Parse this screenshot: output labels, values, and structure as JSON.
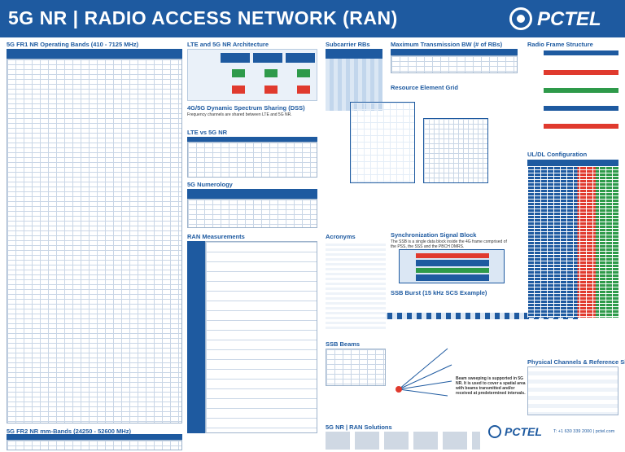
{
  "header": {
    "title": "5G NR | RADIO ACCESS NETWORK (RAN)",
    "logo": "PCTEL"
  },
  "sections": {
    "fr1": "5G FR1 NR Operating Bands (410 - 7125 MHz)",
    "arch": "LTE and 5G NR Architecture",
    "subcarrier": "Subcarrier RBs",
    "maxbw": "Maximum Transmission BW (# of RBs)",
    "frame": "Radio Frame Structure",
    "dss": "4G/5G Dynamic Spectrum Sharing (DSS)",
    "lte_vs_nr": "LTE vs 5G NR",
    "reg": "Resource Element Grid",
    "numerology": "5G Numerology",
    "ul_dl": "UL/DL Configuration",
    "ran_meas": "RAN Measurements",
    "acronyms": "Acronyms",
    "ssb_sig": "Synchronization Signal Block",
    "ssb_burst": "SSB Burst (15 kHz SCS Example)",
    "ssb_beams": "SSB Beams",
    "fr2": "5G FR2 NR mm-Bands (24250 - 52600 MHz)",
    "solutions": "5G NR | RAN Solutions",
    "phys": "Physical Channels & Reference Signals"
  },
  "texts": {
    "ssb_desc": "The SSB is a single data block inside the 4G frame comprised of the PSS, the SSS and the PBCH DMRS.",
    "beams_desc": "Beam sweeping is supported in 5G NR. It is used to cover a spatial area with beams transmitted and/or received at predetermined intervals.",
    "dss_desc": "Frequency channels are shared between LTE and 5G NR."
  },
  "footer": {
    "brand": "PCTEL",
    "phone": "T: +1 630 339 2000  |  pctel.com"
  },
  "colors": {
    "brand": "#1e5aa0",
    "accent": "#e03a2e",
    "green": "#2e9a4a"
  }
}
